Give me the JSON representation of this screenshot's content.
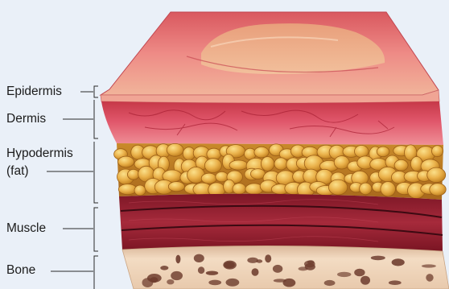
{
  "layers": [
    {
      "id": "epidermis",
      "label": "Epidermis"
    },
    {
      "id": "dermis",
      "label": "Dermis"
    },
    {
      "id": "hypodermis",
      "label": "Hypodermis\n(fat)",
      "line1": "Hypodermis",
      "line2": "(fat)"
    },
    {
      "id": "muscle",
      "label": "Muscle"
    },
    {
      "id": "bone",
      "label": "Bone"
    }
  ],
  "colors": {
    "background": "#eaf0f8",
    "wound": "#e77a7e",
    "epidermis": "#f2a79c",
    "dermis": "#d8505f",
    "fat": "#e4a53c",
    "muscle": "#8e1f2f",
    "bone": "#ecd2b8",
    "bone_pores": "#6e3d2e"
  }
}
